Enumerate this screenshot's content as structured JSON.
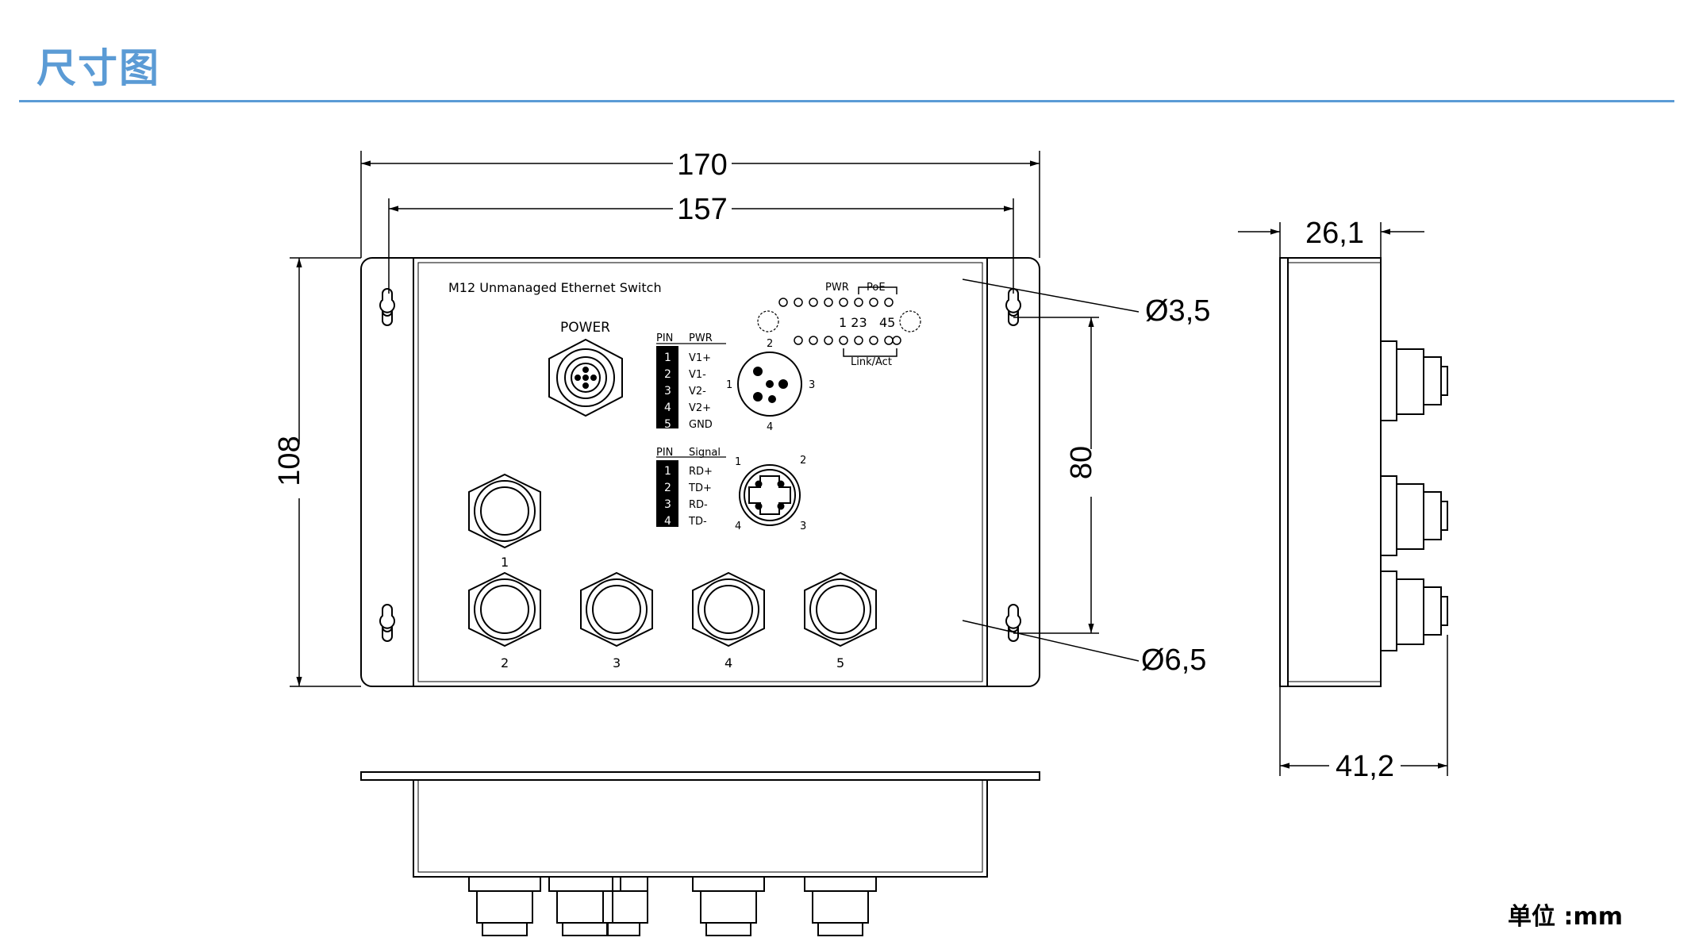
{
  "header": {
    "title": "尺寸图",
    "accent_color": "#5b9bd5"
  },
  "device": {
    "model_label": "M12 Unmanaged Ethernet Switch",
    "power_label": "POWER",
    "led_labels": {
      "pwr": "PWR",
      "poe": "PoE",
      "link_act": "Link/Act",
      "ports_a": "1  23",
      "ports_b": "45"
    },
    "power_pin_table": {
      "headers": [
        "PIN",
        "PWR"
      ],
      "rows": [
        [
          "1",
          "V1+"
        ],
        [
          "2",
          "V1-"
        ],
        [
          "3",
          "V2-"
        ],
        [
          "4",
          "V2+"
        ],
        [
          "5",
          "GND"
        ]
      ]
    },
    "power_connector_pins": [
      "1",
      "2",
      "3",
      "4"
    ],
    "signal_pin_table": {
      "headers": [
        "PIN",
        "Signal"
      ],
      "rows": [
        [
          "1",
          "RD+"
        ],
        [
          "2",
          "TD+"
        ],
        [
          "3",
          "RD-"
        ],
        [
          "4",
          "TD-"
        ]
      ]
    },
    "signal_connector_pins": [
      "1",
      "2",
      "3",
      "4"
    ],
    "port_labels": [
      "1",
      "2",
      "3",
      "4",
      "5"
    ]
  },
  "dimensions": {
    "overall_width": "170",
    "mount_hole_spacing": "157",
    "overall_height": "108",
    "hole_vertical_spacing": "80",
    "small_hole": "Ø3,5",
    "large_hole": "Ø6,5",
    "body_depth": "26,1",
    "total_depth": "41,2"
  },
  "unit": "单位 :mm"
}
